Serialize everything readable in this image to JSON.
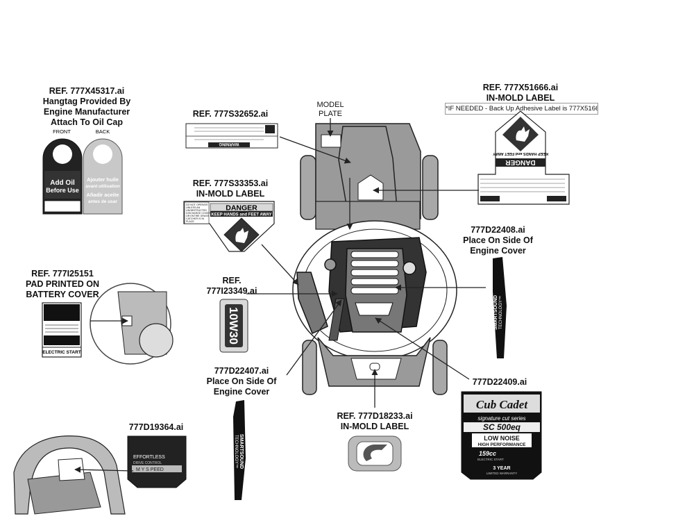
{
  "callouts": {
    "hangtag": {
      "line1": "REF. 777X45317.ai",
      "line2": "Hangtag Provided By",
      "line3": "Engine Manufacturer",
      "line4": "Attach To Oil Cap"
    },
    "s32652": {
      "line1": "REF. 777S32652.ai"
    },
    "s33353": {
      "line1": "REF. 777S33353.ai",
      "line2": "IN-MOLD LABEL"
    },
    "i25151": {
      "line1": "REF. 777I25151",
      "line2": "PAD PRINTED ON",
      "line3": "BATTERY COVER"
    },
    "i23349": {
      "line1": "REF.",
      "line2": "777I23349.ai"
    },
    "d22407": {
      "line1": "777D22407.ai",
      "line2": "Place On Side Of",
      "line3": "Engine Cover"
    },
    "d19364": {
      "line1": "777D19364.ai"
    },
    "model_plate": {
      "line1": "MODEL",
      "line2": "PLATE"
    },
    "x51666": {
      "line1": "REF. 777X51666.ai",
      "line2": "IN-MOLD LABEL",
      "note": "*IF NEEDED - Back Up Adhesive Label is 777X51667"
    },
    "d22408": {
      "line1": "777D22408.ai",
      "line2": "Place On Side Of",
      "line3": "Engine Cover"
    },
    "d22409": {
      "line1": "777D22409.ai"
    },
    "d18233": {
      "line1": "REF. 777D18233.ai",
      "line2": "IN-MOLD LABEL"
    }
  },
  "hangtag": {
    "front_title": "FRONT",
    "back_title": "BACK",
    "front_text1": "Add Oil",
    "front_text2": "Before Use",
    "back_text1": "Ajouter huile",
    "back_text2": "avant utilisation",
    "back_text3": "Añadir aceite",
    "back_text4": "antes de usar"
  },
  "danger_label": {
    "title": "DANGER",
    "sub": "KEEP HANDS and FEET AWAY",
    "side1": "DO NOT OPERATE",
    "side2": "UNLESS AN",
    "side3": "UNOBSTRUCTED",
    "side4": "DISCHARGE COVER",
    "side5": "OR ENTIRE GRASS",
    "side6": "CATCHER IS IN",
    "side7": "PLACE"
  },
  "warning_label": {
    "title": "WARNING"
  },
  "oil_label": {
    "text": "10W30"
  },
  "battery_label": {
    "footer": "ELECTRIC START"
  },
  "speed_label": {
    "line1": "EFFORTLESS",
    "line2": "DRIVE CONTROL",
    "line3": "M Y S PEED"
  },
  "smartsound": {
    "line1": "SMARTSOUND",
    "line2": "TECHNOLOGY™"
  },
  "decal": {
    "brand": "Cub Cadet",
    "series": "signature cut series",
    "model": "SC 500eq",
    "noise1": "LOW NOISE",
    "noise2": "HIGH PERFORMANCE",
    "cc": "159cc",
    "start": "ELECTRIC START",
    "warranty1": "3 YEAR",
    "warranty2": "LIMITED WARRANTY"
  },
  "colors": {
    "body": "#9a9a9a",
    "dark": "#1a1a1a",
    "outline": "#222222",
    "light": "#d9d9d9"
  }
}
